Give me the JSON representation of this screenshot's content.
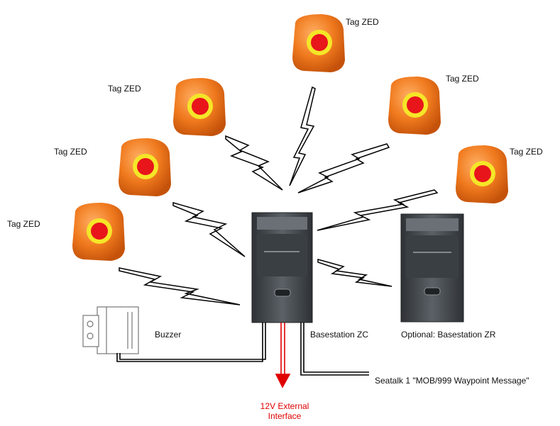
{
  "tags": [
    {
      "label": "Tag ZED"
    },
    {
      "label": "Tag ZED"
    },
    {
      "label": "Tag ZED"
    },
    {
      "label": "Tag ZED"
    },
    {
      "label": "Tag ZED"
    },
    {
      "label": "Tag ZED"
    }
  ],
  "devices": {
    "basestation_zc": "Basestation ZC",
    "basestation_zr": "Optional: Basestation ZR",
    "buzzer": "Buzzer",
    "seatalk": "Seatalk 1 \"MOB/999 Waypoint Message\"",
    "external_line1": "12V External",
    "external_line2": "Interface"
  },
  "colors": {
    "tag_body": "#f07a1e",
    "tag_ring": "#f5e628",
    "tag_center": "#e8151b",
    "basestation": "#4a4f54",
    "external_arrow": "#e00000"
  }
}
